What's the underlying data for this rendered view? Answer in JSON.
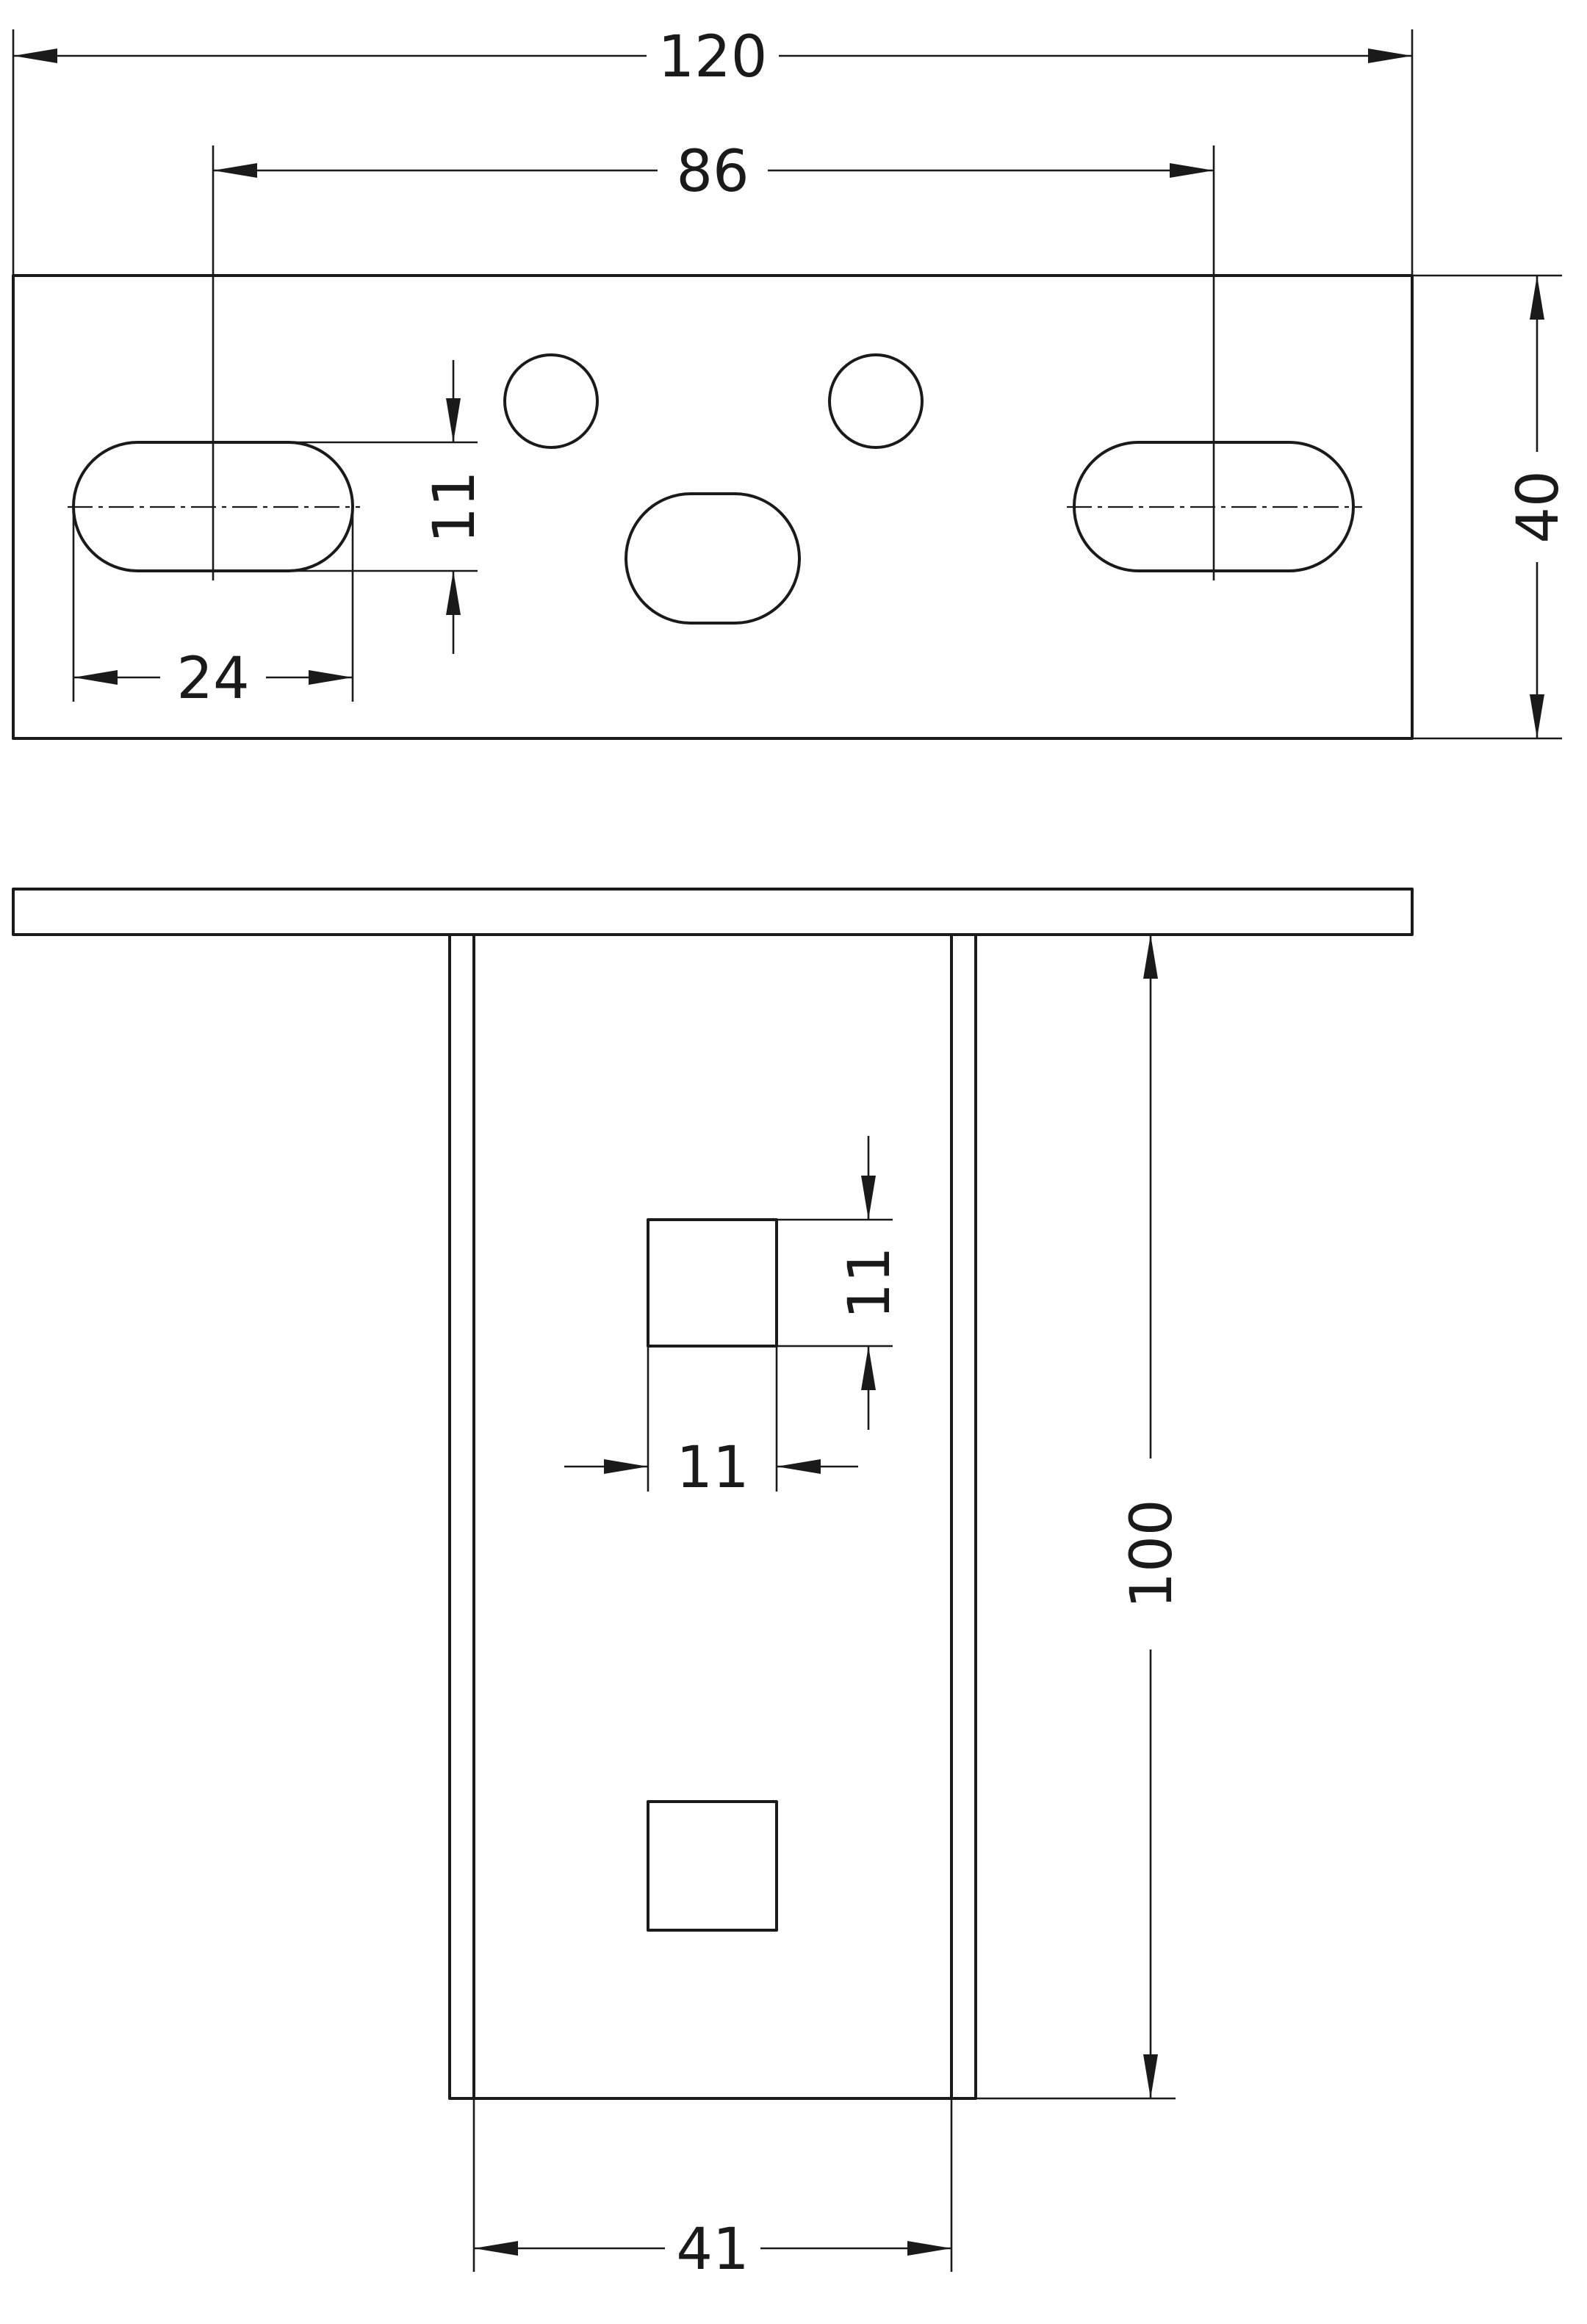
{
  "dimensions": {
    "plate_width": "120",
    "slot_spacing": "86",
    "plate_height": "40",
    "slot_height": "11",
    "slot_length": "24",
    "square_height": "11",
    "square_width": "11",
    "bracket_length": "100",
    "bracket_width": "41"
  },
  "colors": {
    "line": "#1a1a1a",
    "background": "#ffffff"
  }
}
